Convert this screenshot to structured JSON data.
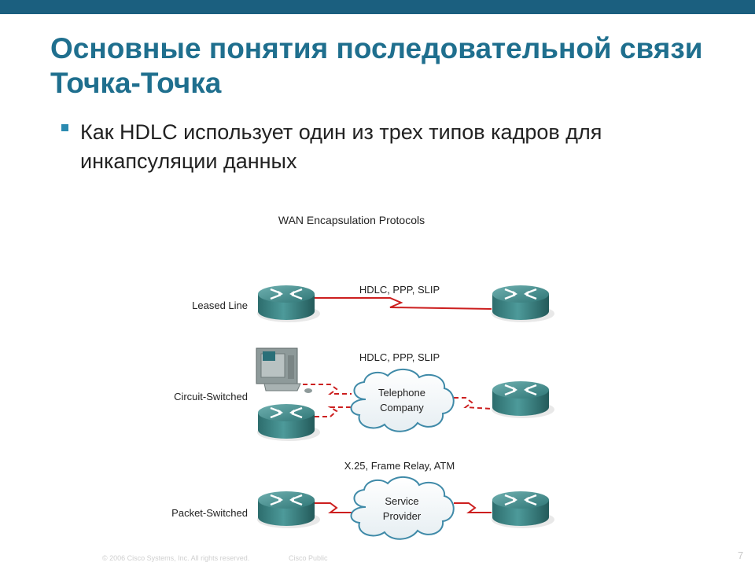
{
  "header": {
    "accent_color": "#1b5f7f"
  },
  "title": "Основные понятия последовательной связи Точка-Точка",
  "bullet": "Как HDLC использует один из трех типов кадров для инкапсуляции данных",
  "diagram": {
    "caption": "WAN Encapsulation Protocols",
    "rows": [
      {
        "label": "Leased Line",
        "protocols": "HDLC, PPP, SLIP"
      },
      {
        "label": "Circuit-Switched",
        "protocols": "HDLC, PPP, SLIP",
        "cloud_line1": "Telephone",
        "cloud_line2": "Company"
      },
      {
        "label": "Packet-Switched",
        "protocols": "X.25, Frame Relay, ATM",
        "cloud_line1": "Service",
        "cloud_line2": "Provider"
      }
    ],
    "link_color": "#cc1f1f",
    "router_color": "#3e8c8c",
    "icons": [
      "router-icon",
      "workstation-icon",
      "cloud-icon"
    ]
  },
  "footer": {
    "copyright": "© 2006 Cisco Systems, Inc. All rights reserved.",
    "classification": "Cisco Public",
    "page_number": "7"
  }
}
